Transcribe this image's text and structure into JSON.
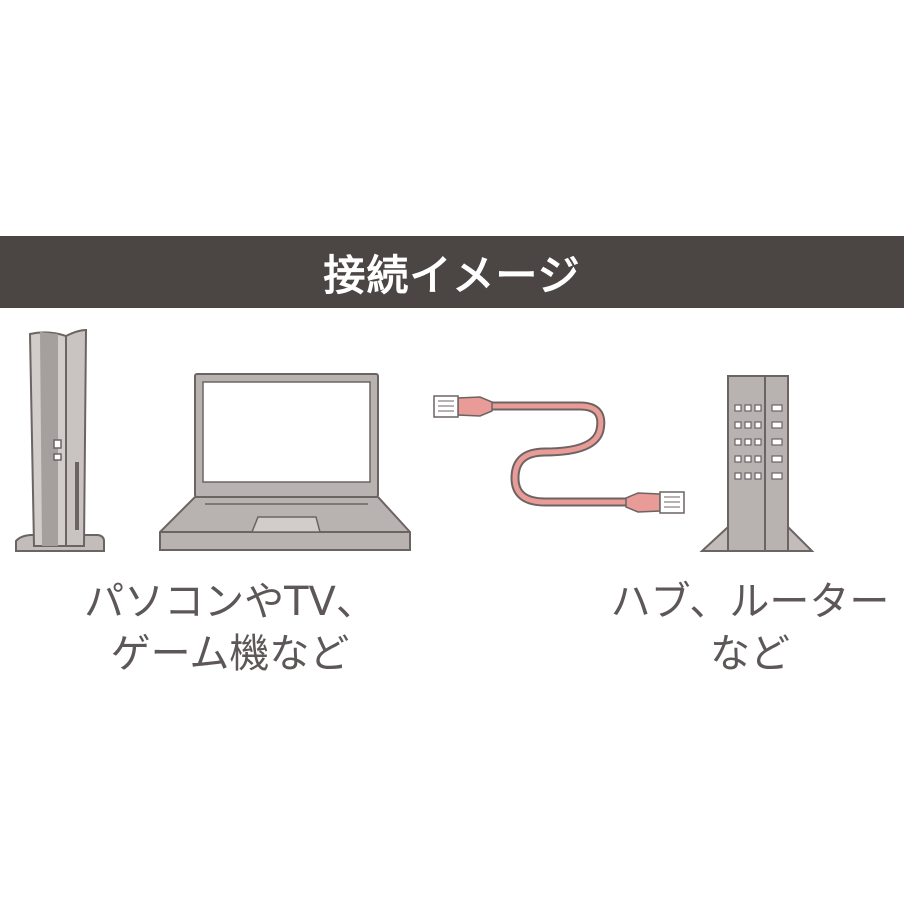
{
  "banner": {
    "title": "接続イメージ"
  },
  "captions": {
    "left": [
      "パソコンやTV、",
      "ゲーム機など"
    ],
    "right": [
      "ハブ、ルーター",
      "など"
    ]
  },
  "icons": [
    "game-console-icon",
    "laptop-icon",
    "lan-cable-icon",
    "router-icon"
  ],
  "colors": {
    "banner_bg": "#4b4544",
    "device_gray": "#b8b2b1",
    "outline": "#6b6463",
    "cable": "#e89b97"
  }
}
